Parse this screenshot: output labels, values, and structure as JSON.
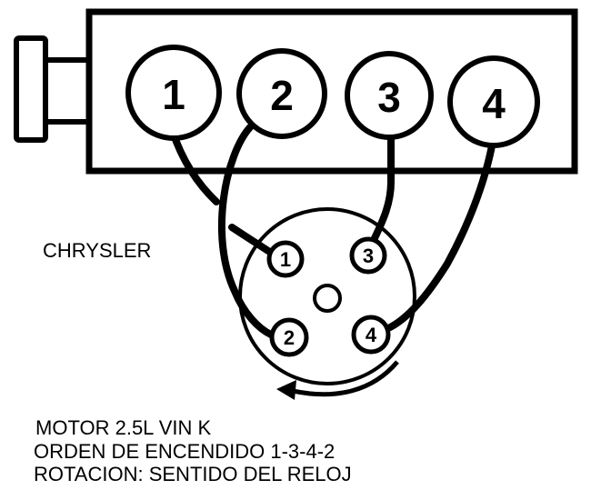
{
  "brand": "CHRYSLER",
  "engine_block": {
    "cylinders": [
      "1",
      "2",
      "3",
      "4"
    ]
  },
  "distributor": {
    "terminals": [
      "1",
      "2",
      "3",
      "4"
    ],
    "rotation": "clockwise"
  },
  "notes": {
    "motor": "MOTOR 2.5L VIN K",
    "firing_order": "ORDEN DE ENCENDIDO 1-3-4-2",
    "rotation": "ROTACION: SENTIDO DEL RELOJ"
  },
  "colors": {
    "ink": "#000000",
    "background": "#ffffff"
  }
}
